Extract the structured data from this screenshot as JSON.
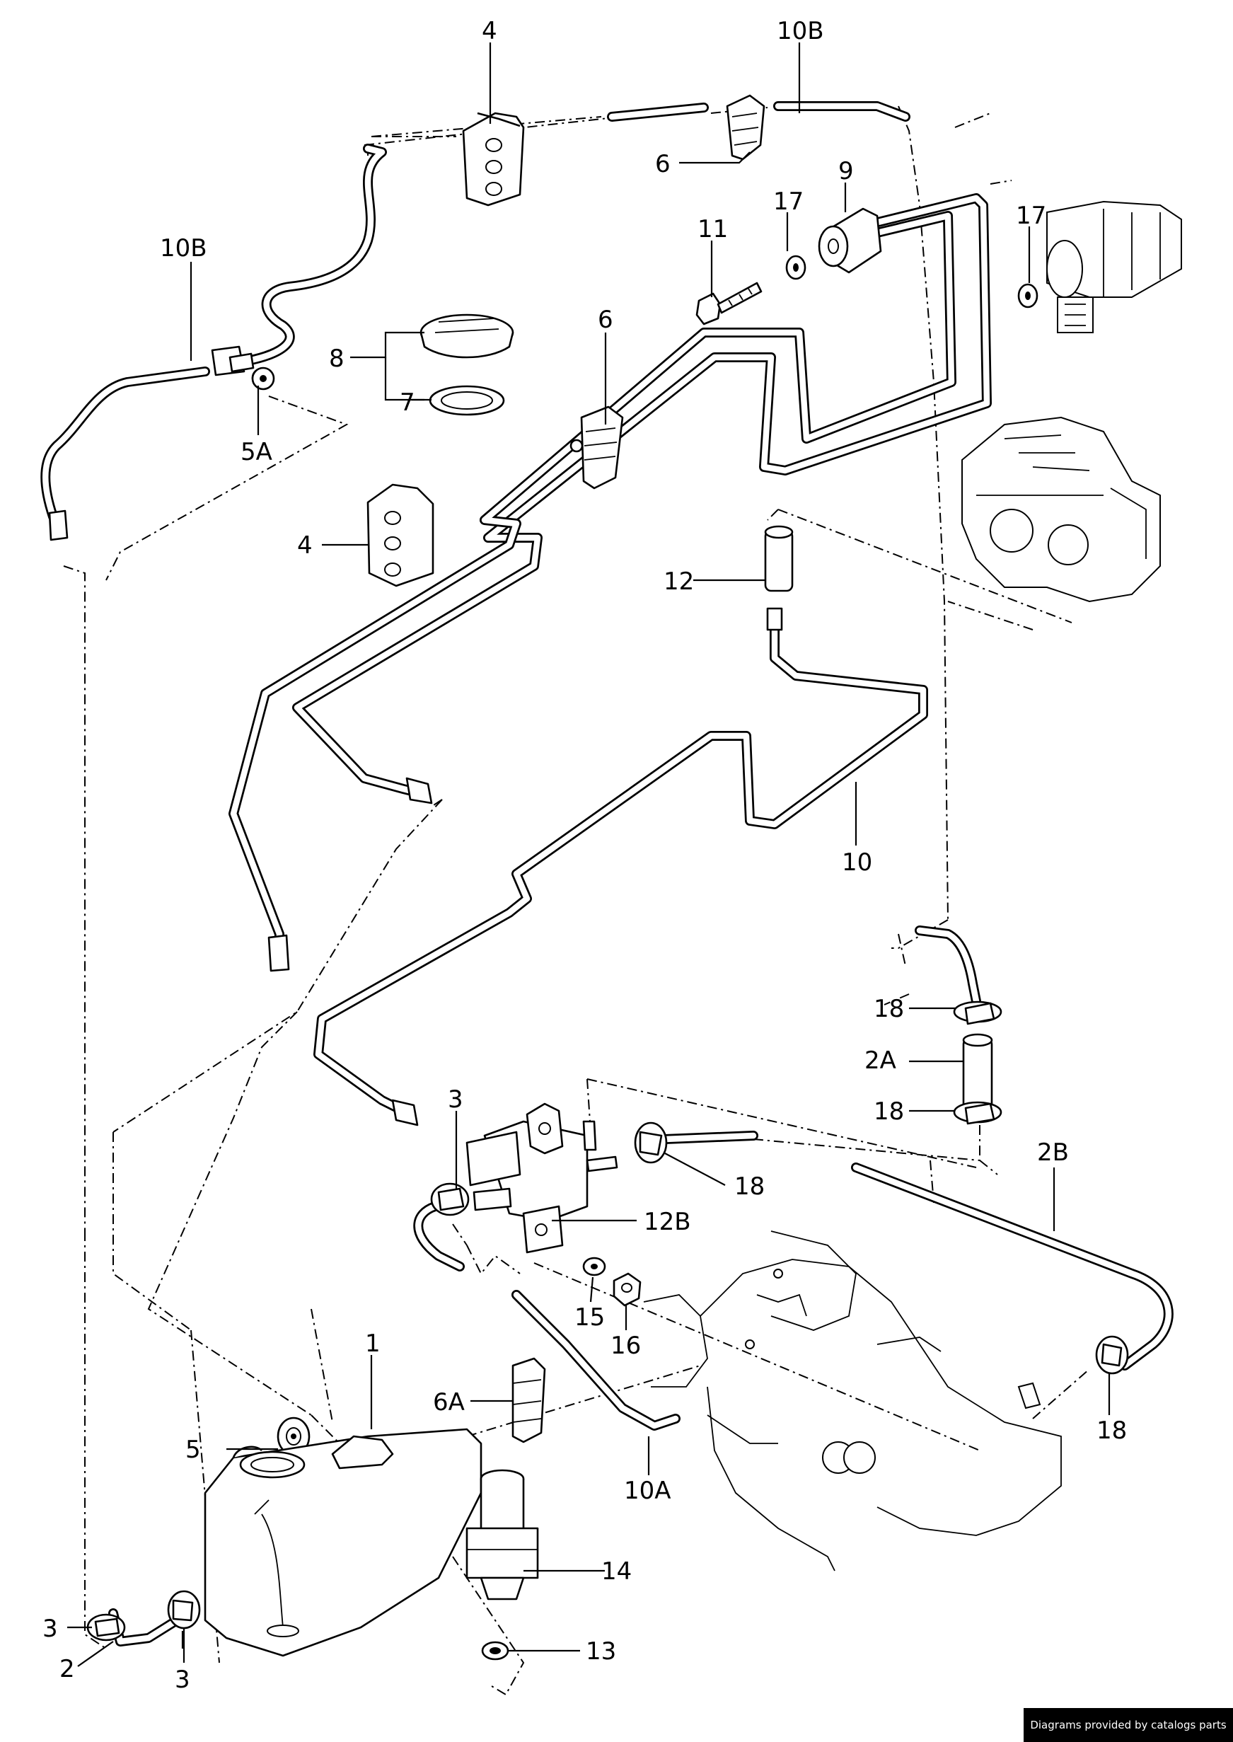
{
  "callouts": [
    {
      "id": "c4a",
      "text": "4"
    },
    {
      "id": "c10b-top",
      "text": "10B"
    },
    {
      "id": "c6a",
      "text": "6"
    },
    {
      "id": "c9",
      "text": "9"
    },
    {
      "id": "c17a",
      "text": "17"
    },
    {
      "id": "c17b",
      "text": "17"
    },
    {
      "id": "c11",
      "text": "11"
    },
    {
      "id": "c10b-left",
      "text": "10B"
    },
    {
      "id": "c8",
      "text": "8"
    },
    {
      "id": "c7",
      "text": "7"
    },
    {
      "id": "c6b",
      "text": "6"
    },
    {
      "id": "c5a",
      "text": "5A"
    },
    {
      "id": "c4b",
      "text": "4"
    },
    {
      "id": "c12",
      "text": "12"
    },
    {
      "id": "c10",
      "text": "10"
    },
    {
      "id": "c18a",
      "text": "18"
    },
    {
      "id": "c2a",
      "text": "2A"
    },
    {
      "id": "c18b",
      "text": "18"
    },
    {
      "id": "c3a",
      "text": "3"
    },
    {
      "id": "c2b",
      "text": "2B"
    },
    {
      "id": "c18c",
      "text": "18"
    },
    {
      "id": "c12b",
      "text": "12B"
    },
    {
      "id": "c15",
      "text": "15"
    },
    {
      "id": "c16",
      "text": "16"
    },
    {
      "id": "c1",
      "text": "1"
    },
    {
      "id": "c6a2",
      "text": "6A"
    },
    {
      "id": "c18d",
      "text": "18"
    },
    {
      "id": "c5",
      "text": "5"
    },
    {
      "id": "c10a",
      "text": "10A"
    },
    {
      "id": "c14",
      "text": "14"
    },
    {
      "id": "c3b",
      "text": "3"
    },
    {
      "id": "c13",
      "text": "13"
    },
    {
      "id": "c2",
      "text": "2"
    },
    {
      "id": "c3c",
      "text": "3"
    }
  ],
  "footer": {
    "credit": "Diagrams provided by catalogs parts"
  }
}
